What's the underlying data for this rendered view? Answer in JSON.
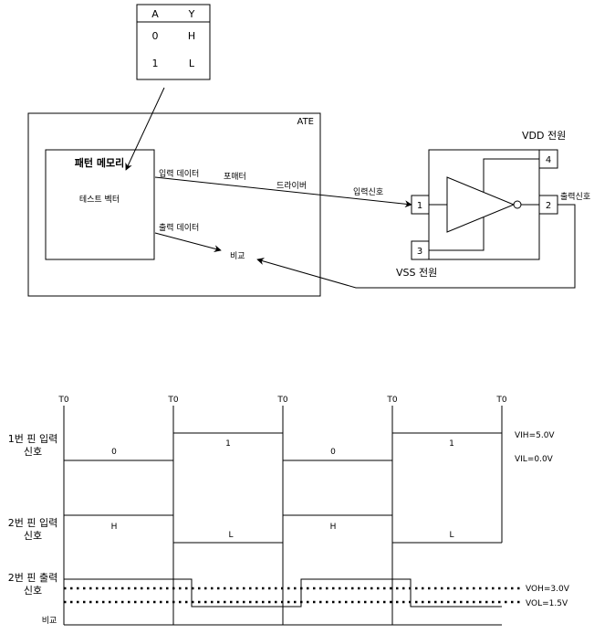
{
  "truth_table": {
    "headers": [
      "A",
      "Y"
    ],
    "rows": [
      [
        "0",
        "H"
      ],
      [
        "1",
        "L"
      ]
    ]
  },
  "ate": {
    "title": "ATE",
    "pattern_memory": "패턴 메모리",
    "test_vector": "테스트 벡터",
    "input_data": "입력 데이터",
    "formatter": "포매터",
    "driver": "드라이버",
    "output_data": "출력 데이터",
    "compare": "비교"
  },
  "dut": {
    "vdd": "VDD 전원",
    "vss": "VSS 전원",
    "input_signal": "입력신호",
    "output_signal": "출력신호",
    "pins": [
      "1",
      "2",
      "3",
      "4"
    ]
  },
  "timing": {
    "t_label": "T0",
    "row1_label": [
      "1번 핀 입력",
      "신호"
    ],
    "row2_label": [
      "2번 핀 입력",
      "신호"
    ],
    "row3_label": [
      "2번 핀 출력",
      "신호"
    ],
    "row4_label": "비교",
    "row1_values": [
      "0",
      "1",
      "0",
      "1"
    ],
    "row2_values": [
      "H",
      "L",
      "H",
      "L"
    ],
    "vih": "VIH=5.0V",
    "vil": "VIL=0.0V",
    "voh": "VOH=3.0V",
    "vol": "VOL=1.5V"
  }
}
